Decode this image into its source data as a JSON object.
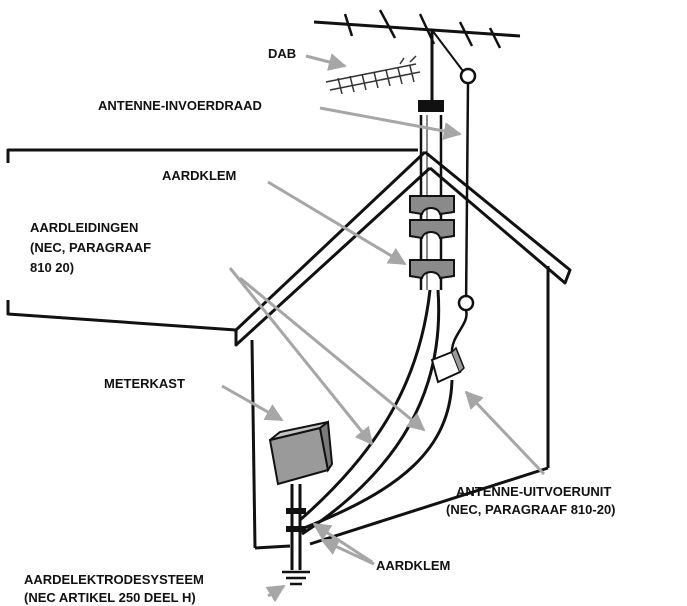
{
  "labels": {
    "dab": "DAB",
    "antenne_invoerdraad": "ANTENNE-INVOERDRAAD",
    "aardklem_top": "AARDKLEM",
    "aardleidingen_1": "AARDLEIDINGEN",
    "aardleidingen_2": "(NEC, PARAGRAAF",
    "aardleidingen_3": "810 20)",
    "meterkast": "METERKAST",
    "uitvoerunit_1": "ANTENNE-UITVOERUNIT",
    "uitvoerunit_2": "(NEC, PARAGRAAF 810-20)",
    "aardklem_bottom": "AARDKLEM",
    "aardelektrode_1": "AARDELEKTRODESYSTEEM",
    "aardelektrode_2": "(NEC ARTIKEL 250 DEEL H)"
  },
  "colors": {
    "line": "#111111",
    "arrow": "#a6a6a6",
    "clamp": "#8a8a8a",
    "box": "#9a9a9a"
  }
}
